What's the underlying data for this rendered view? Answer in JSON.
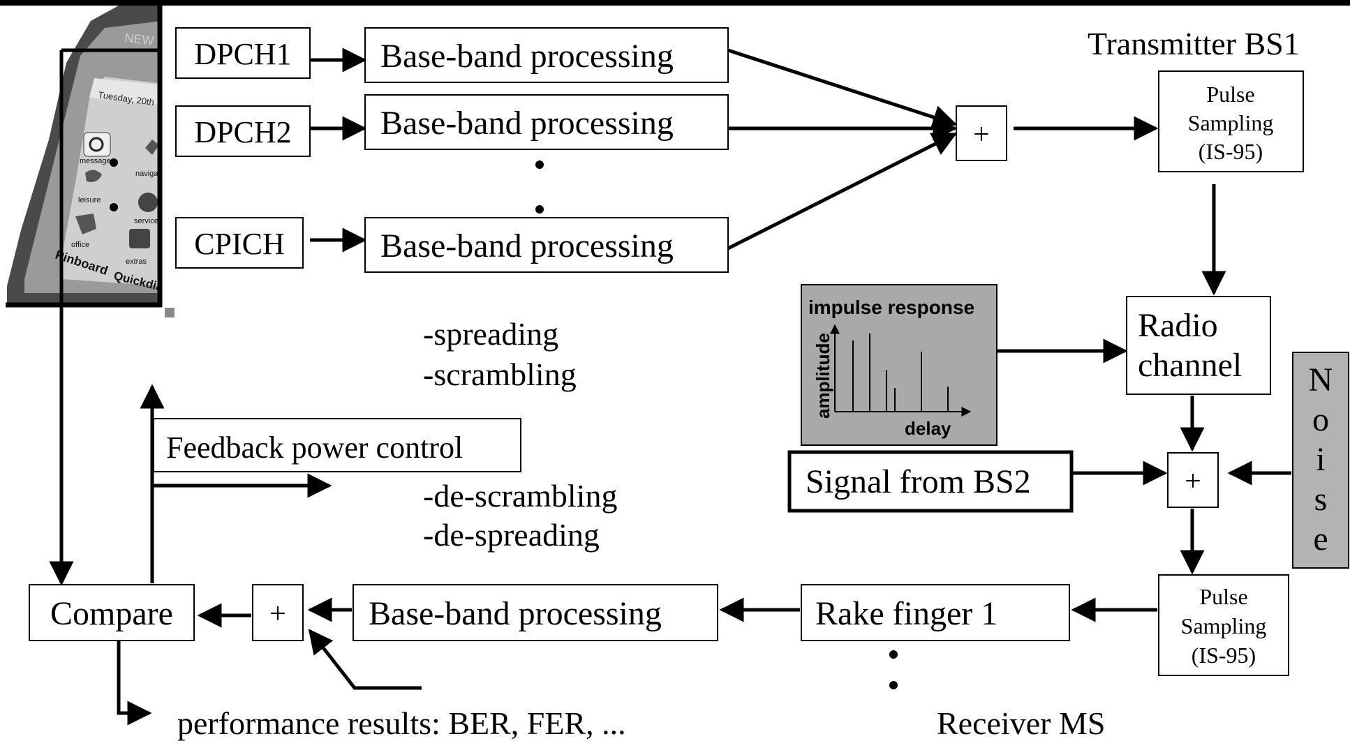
{
  "colors": {
    "ink": "#000000",
    "noise_fill": "#b3b3b3",
    "impulse_fill": "#a9a9a9",
    "phone_dark": "#3a3a3a",
    "phone_mid": "#8c8c8c",
    "phone_screen": "#d0d0d0"
  },
  "transmitter_label": "Transmitter BS1",
  "receiver_label": "Receiver MS",
  "channels": [
    "DPCH1",
    "DPCH2",
    "CPICH"
  ],
  "baseband_label": "Base-band processing",
  "adder_symbol": "+",
  "pulse_sampling": {
    "line1": "Pulse",
    "line2": "Sampling",
    "line3": "(IS-95)"
  },
  "radio_channel": {
    "line1": "Radio",
    "line2": "channel"
  },
  "impulse": {
    "title": "impulse response",
    "ylabel": "amplitude",
    "xlabel": "delay"
  },
  "noise_letters": [
    "N",
    "o",
    "i",
    "s",
    "e"
  ],
  "signal_bs2": "Signal from BS2",
  "rake_finger": "Rake finger 1",
  "compare": "Compare",
  "feedback": "Feedback power control",
  "tx_steps": {
    "step1": "-spreading",
    "step2": "-scrambling"
  },
  "rx_steps": {
    "step1": "-de-scrambling",
    "step2": "-de-spreading"
  },
  "performance": "performance results: BER, FER, ...",
  "dot": "•",
  "phone": {
    "date": "Tuesday, 20th",
    "brand": "NEW",
    "icons": [
      "message",
      "navigate",
      "leisure",
      "service",
      "office",
      "extras"
    ],
    "softkeys": [
      "Pinboard",
      "Quickdial"
    ]
  }
}
